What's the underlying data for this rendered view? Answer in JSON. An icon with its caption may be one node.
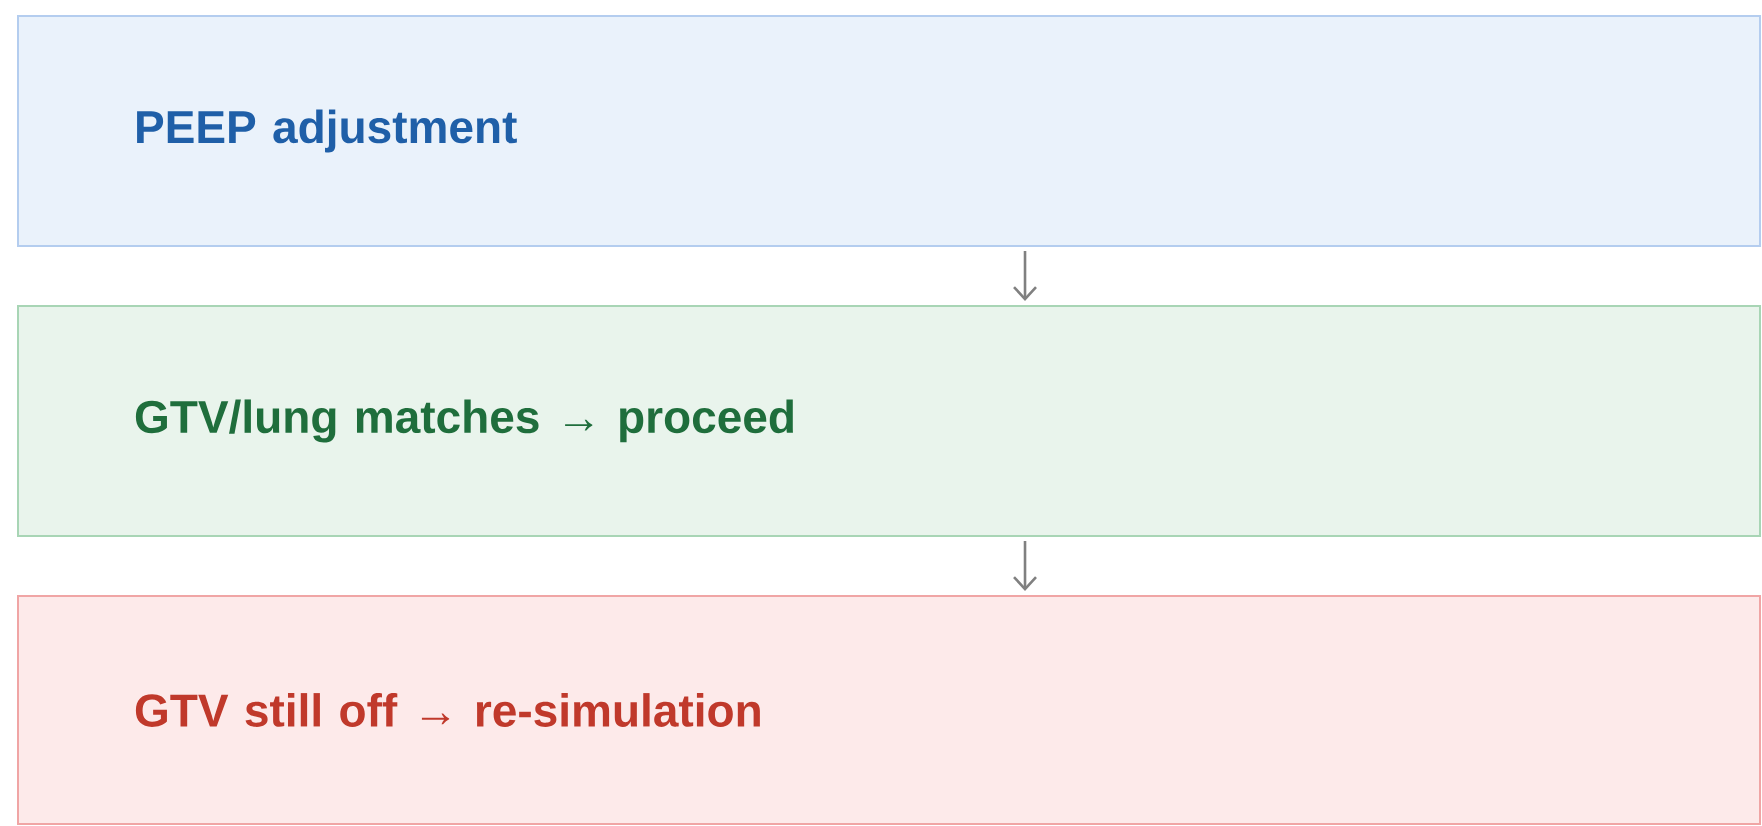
{
  "diagram": {
    "nodes": [
      {
        "text": [
          "PEEP adjustment"
        ]
      },
      {
        "text": [
          "GTV/lung matches → proceed"
        ]
      },
      {
        "text": [
          "GTV still off → re-simulation"
        ]
      }
    ],
    "edges": [
      {
        "from": 0,
        "to": 1,
        "arrow": "to"
      },
      {
        "from": 1,
        "to": 2,
        "arrow": "to"
      }
    ]
  }
}
